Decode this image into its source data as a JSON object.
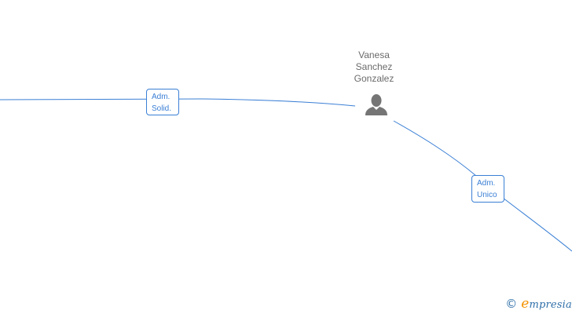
{
  "diagram": {
    "type": "relationship-graph",
    "edge_color": "#3a7fd5",
    "nodes": [
      {
        "id": "person",
        "kind": "person",
        "name_lines": [
          "Vanesa",
          "Sanchez",
          "Gonzalez"
        ],
        "icon": "person-silhouette-icon",
        "icon_color": "#757575"
      }
    ],
    "roles": [
      {
        "label_lines": [
          "Adm.",
          "Solid."
        ],
        "edge": "left-offscreen to person"
      },
      {
        "label_lines": [
          "Adm.",
          "Unico"
        ],
        "edge": "person to lower-right-offscreen"
      }
    ]
  },
  "footer": {
    "copyright_symbol": "©",
    "brand_first_letter": "e",
    "brand_rest": "mpresia",
    "brand_accent_color": "#f39200",
    "brand_color": "#2f6fa8"
  }
}
